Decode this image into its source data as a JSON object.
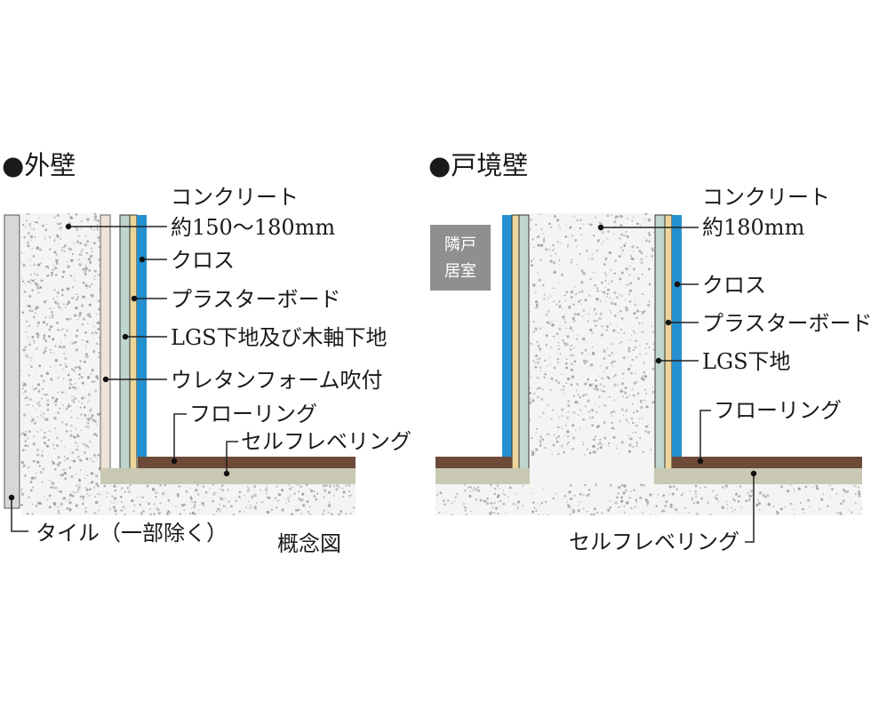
{
  "colors": {
    "concrete": "#f4f4f4",
    "speckle": "#9b9b9b",
    "tile": "#d7d7d7",
    "urethane": "#eee3d6",
    "lgs": "#bfd6cc",
    "plaster": "#ecd59a",
    "cloth": "#2490cf",
    "flooring": "#6e4a38",
    "leveling": "#c9c9b3",
    "room_box": "#8f8f8f"
  },
  "left": {
    "title": "●外壁",
    "labels": {
      "concrete_1": "コンクリート",
      "concrete_2": "約150〜180mm",
      "cloth": "クロス",
      "plaster": "プラスターボード",
      "lgs": "LGS下地及び木軸下地",
      "urethane": "ウレタンフォーム吹付",
      "flooring": "フローリング",
      "leveling": "セルフレベリング",
      "tile": "タイル（一部除く）"
    },
    "caption": "概念図"
  },
  "right": {
    "title": "●戸境壁",
    "room_1": "隣戸",
    "room_2": "居室",
    "labels": {
      "concrete_1": "コンクリート",
      "concrete_2": "約180mm",
      "cloth": "クロス",
      "plaster": "プラスターボード",
      "lgs": "LGS下地",
      "flooring": "フローリング",
      "leveling": "セルフレベリング"
    }
  }
}
